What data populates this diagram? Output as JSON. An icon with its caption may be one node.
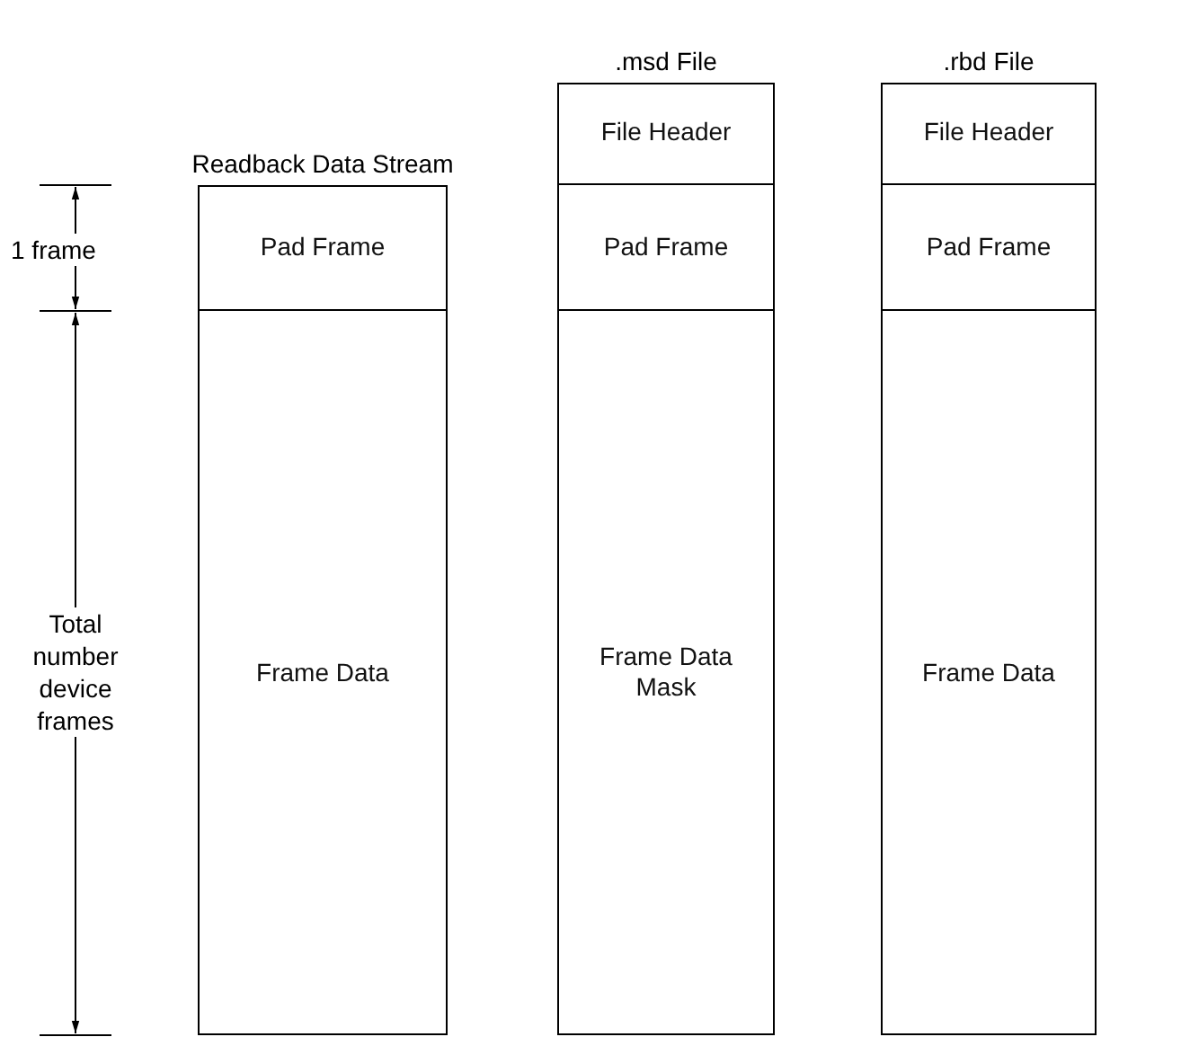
{
  "diagram": {
    "nodes": [
      {
        "text": [
          "Readback Data Stream"
        ]
      },
      {
        "text": [
          "Pad Frame"
        ],
        "in": 0
      },
      {
        "text": [
          "Frame Data"
        ],
        "in": 0
      },
      {
        "text": [
          ".msd File"
        ]
      },
      {
        "text": [
          "File Header"
        ],
        "in": 3
      },
      {
        "text": [
          "Pad Frame"
        ],
        "in": 3
      },
      {
        "text": [
          "Frame Data Mask"
        ],
        "in": 3
      },
      {
        "text": [
          ".rbd File"
        ]
      },
      {
        "text": [
          "File Header"
        ],
        "in": 7
      },
      {
        "text": [
          "Pad Frame"
        ],
        "in": 7
      },
      {
        "text": [
          "Frame Data"
        ],
        "in": 7
      }
    ],
    "labels": [
      "1 frame",
      "Total number device frames"
    ]
  }
}
